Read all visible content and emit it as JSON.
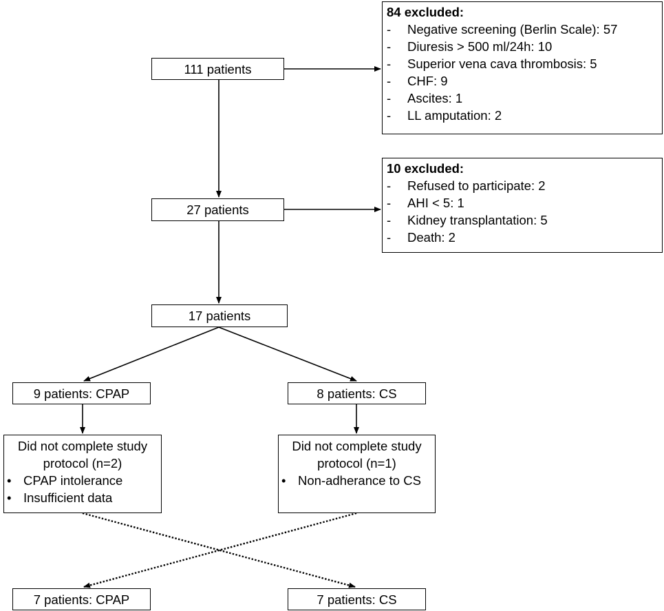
{
  "nodes": {
    "n111": "111 patients",
    "n27": "27 patients",
    "n17": "17 patients",
    "cpap9": "9 patients: CPAP",
    "cs8": "8 patients: CS",
    "cpap7": "7 patients: CPAP",
    "cs7": "7 patients: CS"
  },
  "excluded_1": {
    "title": "84 excluded:",
    "items": [
      "Negative screening (Berlin Scale):  57",
      "Diuresis > 500 ml/24h: 10",
      "Superior vena cava thrombosis: 5",
      "CHF: 9",
      "Ascites: 1",
      "LL amputation: 2"
    ]
  },
  "excluded_2": {
    "title": "10 excluded:",
    "items": [
      "Refused to participate: 2",
      "AHI < 5: 1",
      "Kidney transplantation: 5",
      "Death: 2"
    ]
  },
  "dropout_cpap": {
    "title": "Did not complete study protocol (n=2)",
    "items": [
      "CPAP intolerance",
      "Insufficient data"
    ]
  },
  "dropout_cs": {
    "title": "Did not complete study protocol (n=1)",
    "items": [
      "Non-adherance to CS"
    ]
  }
}
